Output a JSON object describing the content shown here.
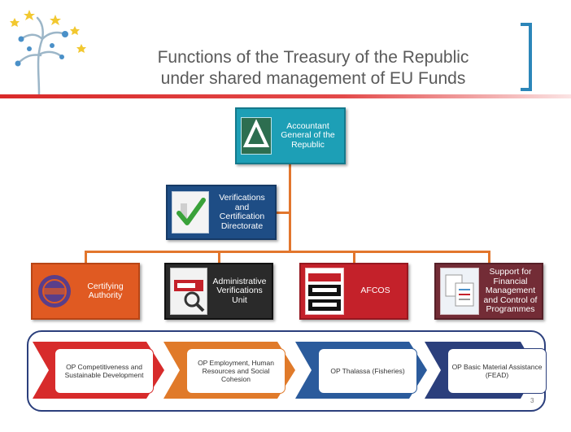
{
  "header": {
    "title_line1": "Functions of the Treasury of the Republic",
    "title_line2": "under shared management of EU Funds"
  },
  "org": {
    "top": {
      "label": "Accountant General of the Republic",
      "icon": "recycle-logo-icon"
    },
    "second": {
      "label": "Verifications and Certification Directorate",
      "icon": "checkmark-icon"
    },
    "units": [
      {
        "label": "Certifying Authority",
        "icon": "stamp-icon"
      },
      {
        "label": "Administrative Verifications Unit",
        "icon": "verify-magnifier-icon"
      },
      {
        "label": "AFCOS",
        "icon": "fraud-alert-icon"
      },
      {
        "label": "Support for Financial Management and Control of Programmes",
        "icon": "paperwork-icon"
      }
    ]
  },
  "programmes": [
    {
      "label": "OP Competitiveness and Sustainable Development"
    },
    {
      "label": "OP Employment, Human Resources and Social Cohesion"
    },
    {
      "label": "OP Thalassa (Fisheries)"
    },
    {
      "label": "OP Basic Material Assistance (FEAD)"
    }
  ],
  "page_number": "3",
  "colors": {
    "accent_blue": "#2c86b9",
    "title_gray": "#5a5a5a",
    "connector_orange": "#e2762d",
    "top_box": "#1d9fb6",
    "directorate_box": "#1e4d85",
    "certifying_box": "#e05a22",
    "admin_box": "#2a2a2a",
    "afcos_box": "#c4212a",
    "support_box": "#732c36",
    "op_frame": "#2b3f7c",
    "op_arrows": [
      "#d72b2b",
      "#e07a2a",
      "#2b5b9c",
      "#2b3f7c"
    ]
  }
}
